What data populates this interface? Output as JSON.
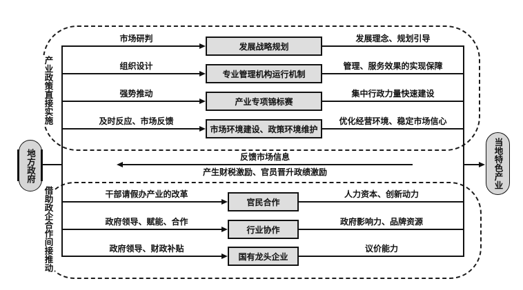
{
  "diagram": {
    "left_node": "地方政府",
    "right_node": "当地特色产业",
    "top_section": {
      "side_label": "产业政策直接实施",
      "rows": [
        {
          "left_label": "市场研判",
          "box": "发展战略规划",
          "right_label": "发展理念、规划引导"
        },
        {
          "left_label": "组织设计",
          "box": "专业管理机构运行机制",
          "right_label": "管理、服务效果的实现保障"
        },
        {
          "left_label": "强势推动",
          "box": "产业专项锦标赛",
          "right_label": "集中行政力量快速建设"
        },
        {
          "left_label": "及时反应、市场反馈",
          "box": "市场环境建设、政策环境维护",
          "right_label": "优化经营环境、稳定市场信心"
        }
      ]
    },
    "feedback": {
      "top_label": "反馈市场信息",
      "bottom_label": "产生财税激励、官员晋升政绩激励"
    },
    "bottom_section": {
      "side_label": "借助政企合作间接推动",
      "rows": [
        {
          "left_label": "干部请假办产业的改革",
          "box": "官民合作",
          "right_label": "人力资本、创新动力"
        },
        {
          "left_label": "政府领导、赋能、合作",
          "box": "行业协作",
          "right_label": "政府影响力、品牌资源"
        },
        {
          "left_label": "政府领导、财政补贴",
          "box": "国有龙头企业",
          "right_label": "议价能力"
        }
      ]
    },
    "colors": {
      "box_fill": "#dedede",
      "node_fill": "#d6d6d6",
      "line": "#111111",
      "background": "#ffffff"
    }
  }
}
